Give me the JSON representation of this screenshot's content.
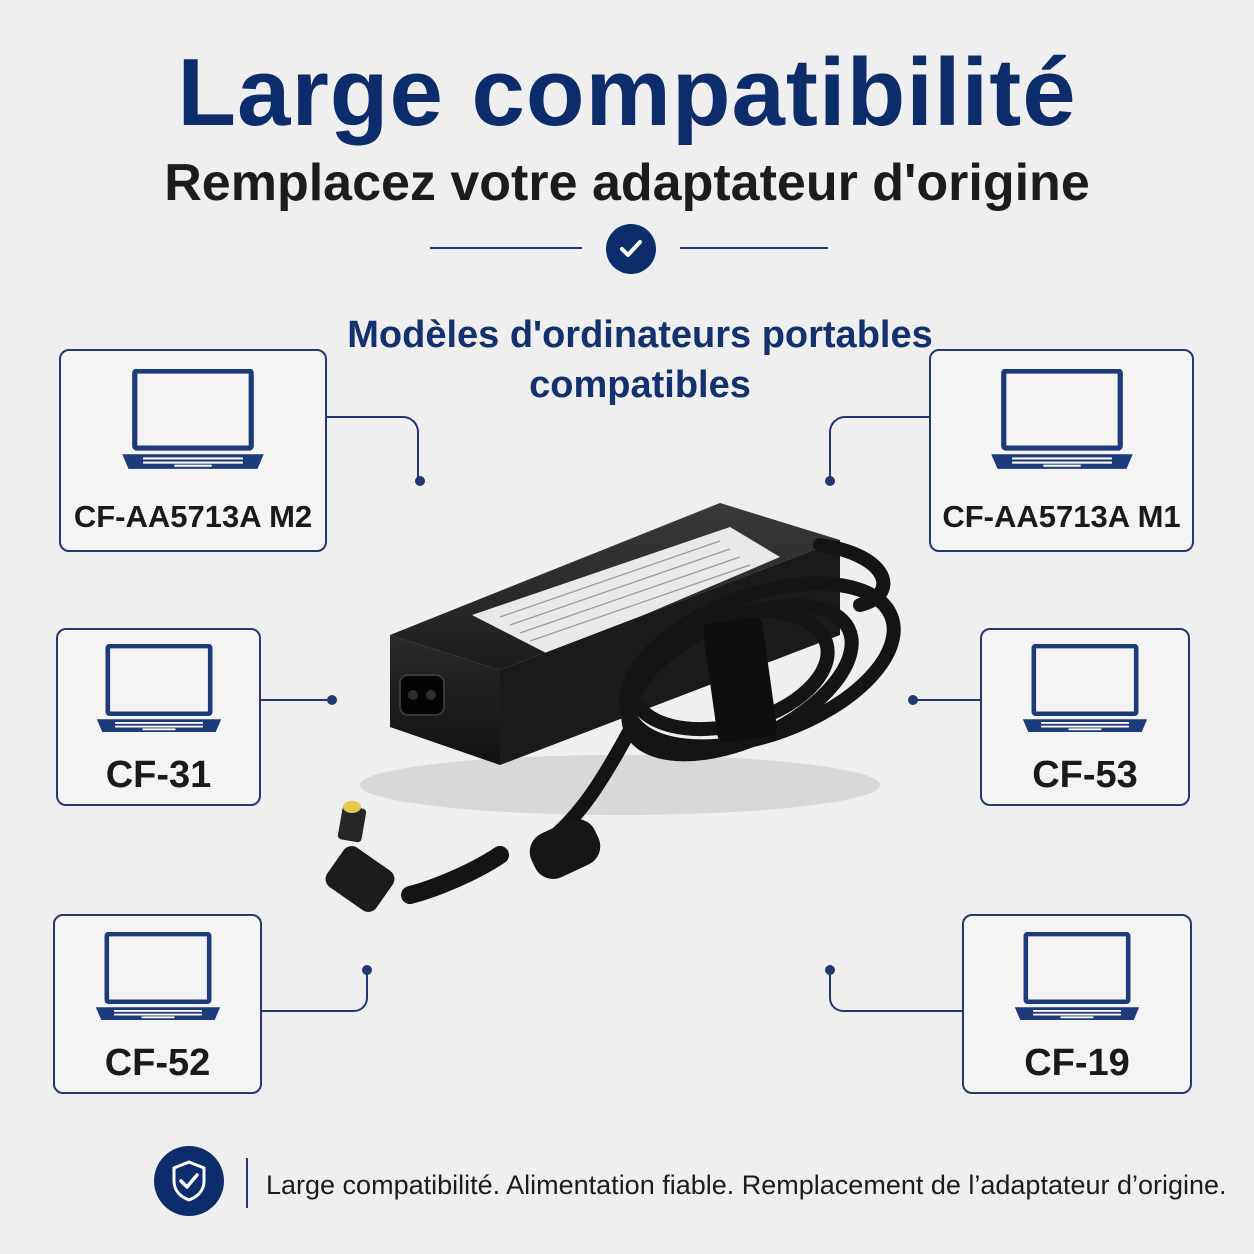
{
  "header": {
    "title": "Large compatibilité",
    "subtitle": "Remplacez votre adaptateur d'origine"
  },
  "section": {
    "heading_line1": "Modèles d'ordinateurs portables",
    "heading_line2": "compatibles"
  },
  "models": [
    {
      "label": "CF-AA5713A M2",
      "icon": "laptop-icon"
    },
    {
      "label": "CF-AA5713A M1",
      "icon": "laptop-icon"
    },
    {
      "label": "CF-31",
      "icon": "laptop-icon"
    },
    {
      "label": "CF-53",
      "icon": "laptop-icon"
    },
    {
      "label": "CF-52",
      "icon": "laptop-icon"
    },
    {
      "label": "CF-19",
      "icon": "laptop-icon"
    }
  ],
  "footer": {
    "icon": "shield-check-icon",
    "text": "Large compatibilité. Alimentation fiable. Remplacement de l’adaptateur d’origine."
  },
  "colors": {
    "accent": "#0d2c6c",
    "background": "#efefef",
    "text_dark": "#1c1c1c"
  }
}
